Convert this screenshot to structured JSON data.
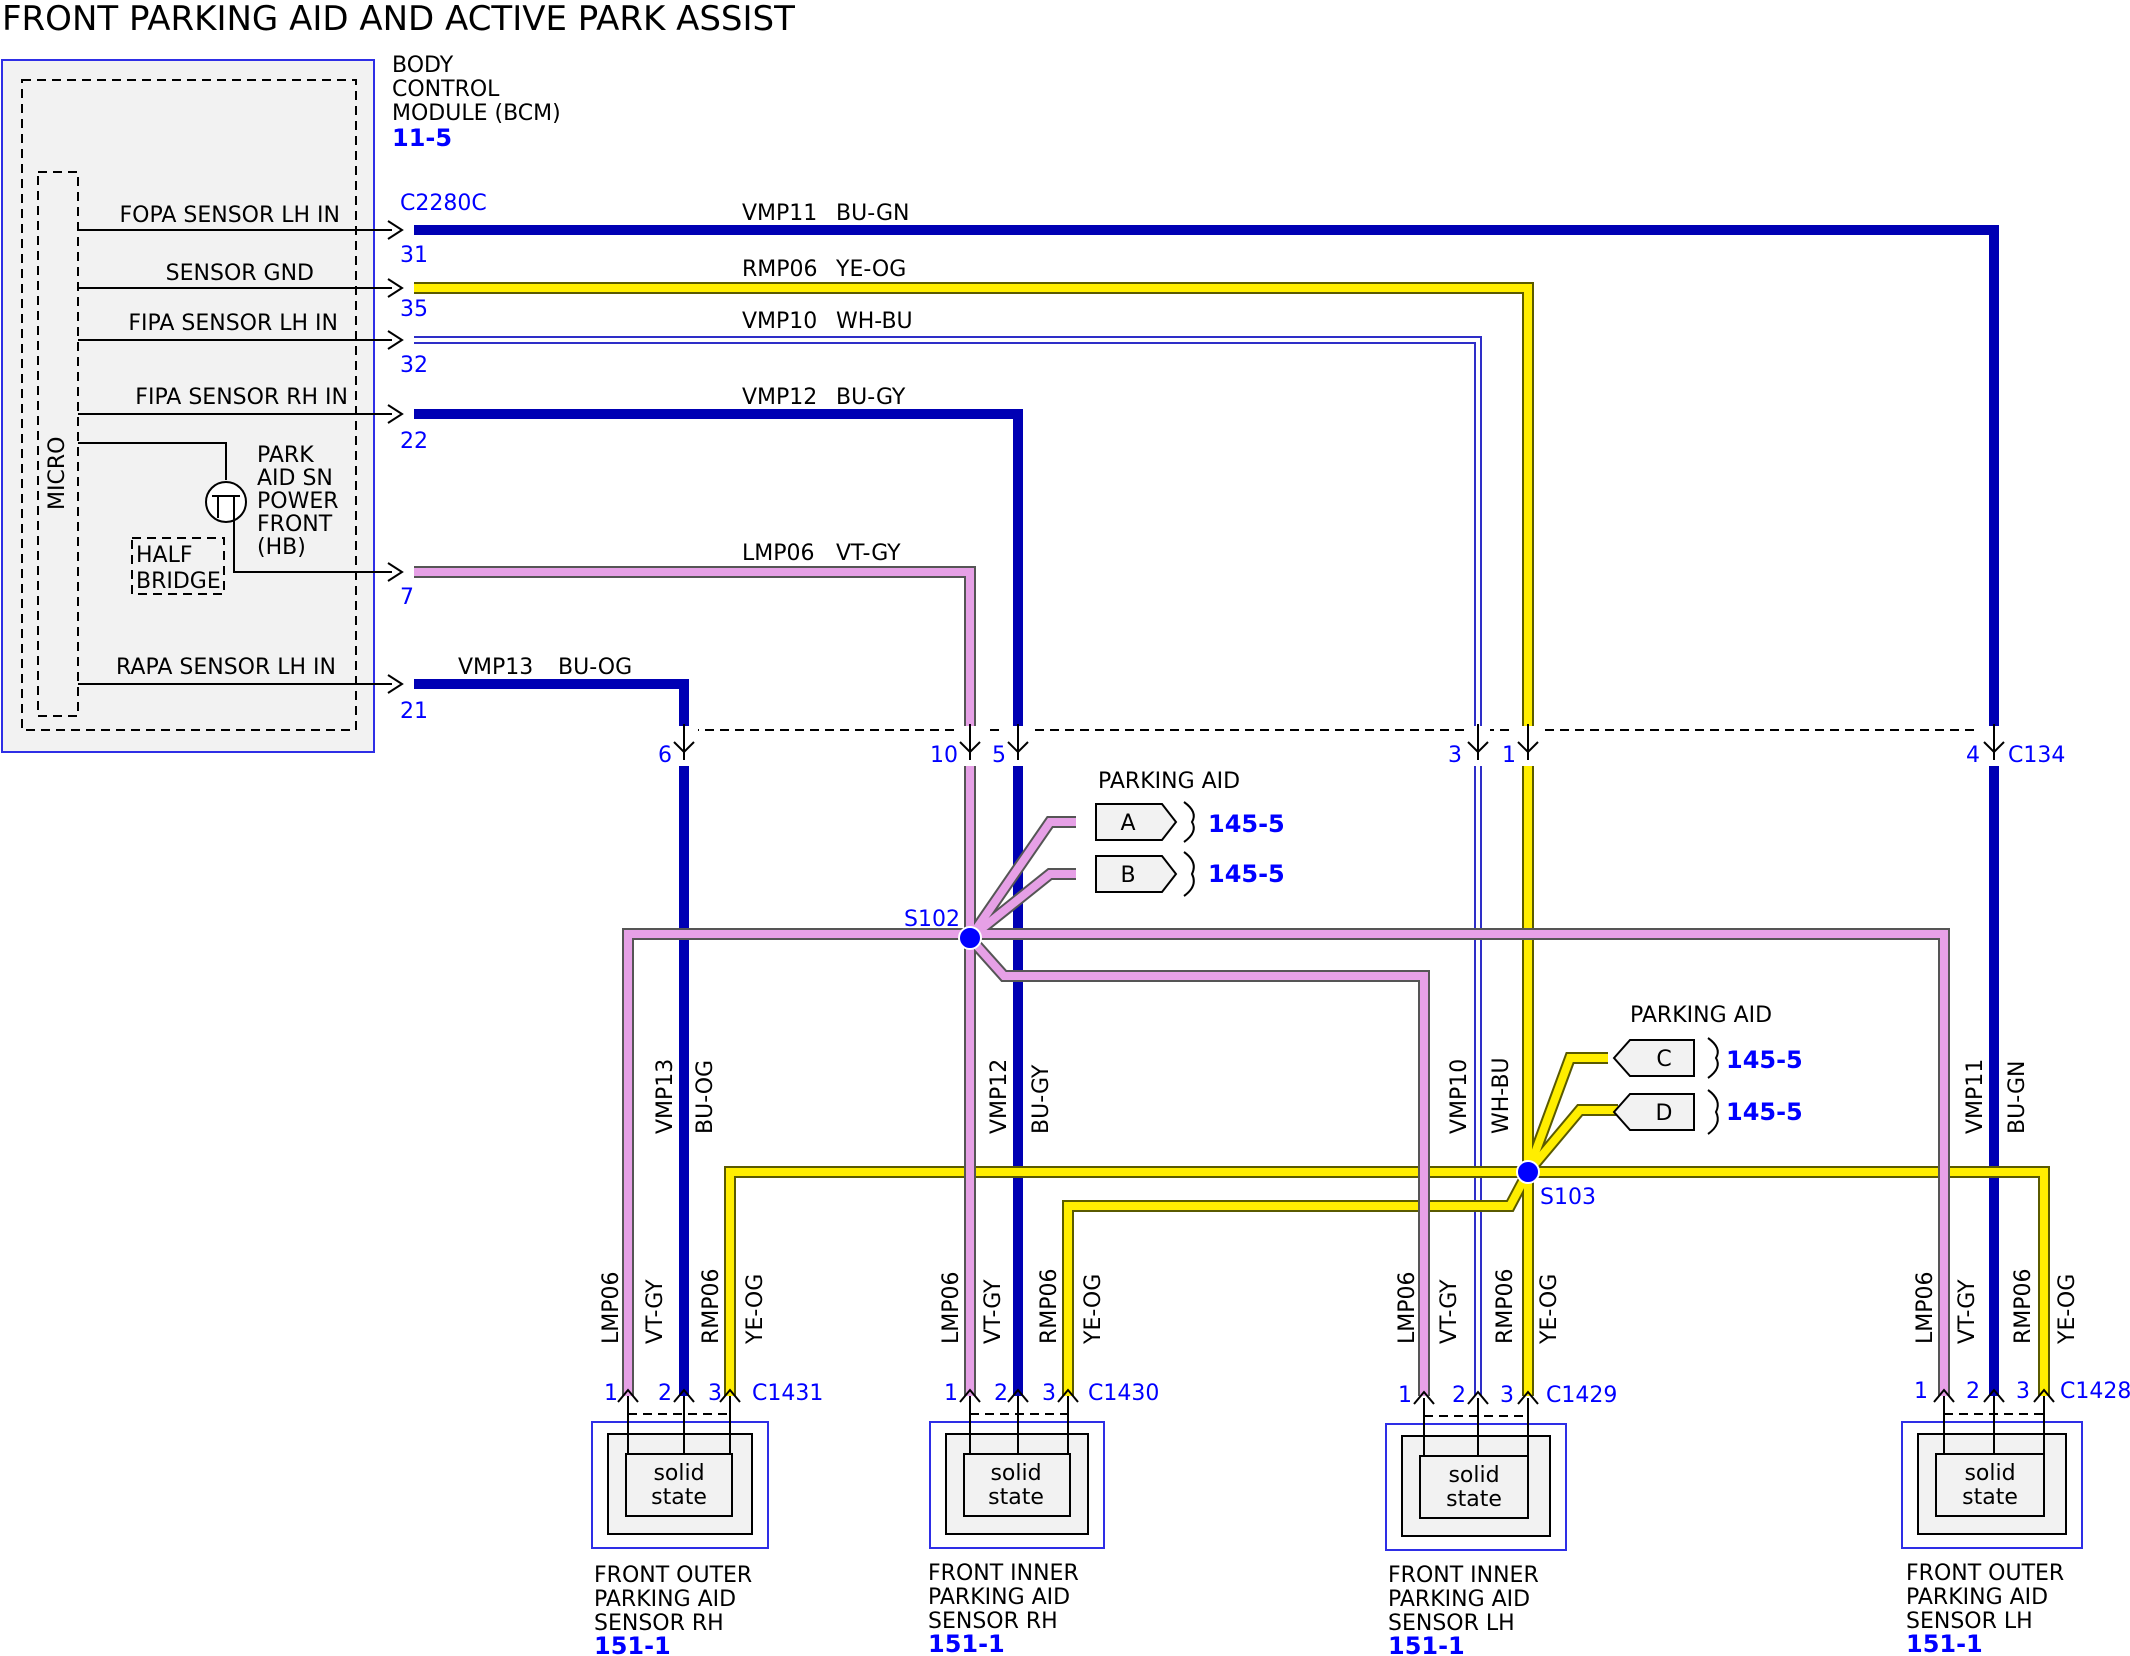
{
  "title": "FRONT PARKING AID AND ACTIVE PARK ASSIST",
  "colors": {
    "blue_wire": "#0000b4",
    "yellow_wire": "#ffee00",
    "violet_wire": "#e6a0e6",
    "white_wire": "#ffffff",
    "connector_text": "#0000ff",
    "module_fill": "#f2f2f2"
  },
  "bcm": {
    "name_line1": "BODY",
    "name_line2": "CONTROL",
    "name_line3": "MODULE (BCM)",
    "ref": "11-5",
    "connector": "C2280C",
    "micro_label": "MICRO",
    "half_bridge_line1": "HALF",
    "half_bridge_line2": "BRIDGE",
    "power_line1": "PARK",
    "power_line2": "AID SN",
    "power_line3": "POWER",
    "power_line4": "FRONT",
    "power_line5": "(HB)",
    "pins": [
      {
        "label": "FOPA SENSOR LH IN",
        "pin": "31",
        "circuit": "VMP11",
        "color": "BU-GN"
      },
      {
        "label": "SENSOR GND",
        "pin": "35",
        "circuit": "RMP06",
        "color": "YE-OG"
      },
      {
        "label": "FIPA SENSOR LH IN",
        "pin": "32",
        "circuit": "VMP10",
        "color": "WH-BU"
      },
      {
        "label": "FIPA SENSOR RH IN",
        "pin": "22",
        "circuit": "VMP12",
        "color": "BU-GY"
      },
      {
        "label": "",
        "pin": "7",
        "circuit": "LMP06",
        "color": "VT-GY"
      },
      {
        "label": "RAPA SENSOR LH IN",
        "pin": "21",
        "circuit": "VMP13",
        "color": "BU-OG"
      }
    ]
  },
  "c134": {
    "name": "C134",
    "pins": [
      "6",
      "10",
      "5",
      "3",
      "1",
      "4"
    ]
  },
  "vertical_labels": {
    "vmp13": "VMP13",
    "bu_og": "BU-OG",
    "vmp12": "VMP12",
    "bu_gy": "BU-GY",
    "vmp10": "VMP10",
    "wh_bu": "WH-BU",
    "vmp11": "VMP11",
    "bu_gn": "BU-GN",
    "lmp06": "LMP06",
    "vt_gy": "VT-GY",
    "rmp06": "RMP06",
    "ye_og": "YE-OG"
  },
  "splices": {
    "s102": "S102",
    "s103": "S103"
  },
  "parking_aid": {
    "label": "PARKING AID",
    "ref": "145-5",
    "items": [
      "A",
      "B",
      "C",
      "D"
    ]
  },
  "sensors": [
    {
      "connector": "C1431",
      "name_line1": "FRONT OUTER",
      "name_line2": "PARKING AID",
      "name_line3": "SENSOR RH",
      "ref": "151-1",
      "inner_line1": "solid",
      "inner_line2": "state",
      "pins": [
        "1",
        "2",
        "3"
      ]
    },
    {
      "connector": "C1430",
      "name_line1": "FRONT INNER",
      "name_line2": "PARKING AID",
      "name_line3": "SENSOR RH",
      "ref": "151-1",
      "inner_line1": "solid",
      "inner_line2": "state",
      "pins": [
        "1",
        "2",
        "3"
      ]
    },
    {
      "connector": "C1429",
      "name_line1": "FRONT INNER",
      "name_line2": "PARKING AID",
      "name_line3": "SENSOR LH",
      "ref": "151-1",
      "inner_line1": "solid",
      "inner_line2": "state",
      "pins": [
        "1",
        "2",
        "3"
      ]
    },
    {
      "connector": "C1428",
      "name_line1": "FRONT OUTER",
      "name_line2": "PARKING AID",
      "name_line3": "SENSOR LH",
      "ref": "151-1",
      "inner_line1": "solid",
      "inner_line2": "state",
      "pins": [
        "1",
        "2",
        "3"
      ]
    }
  ]
}
